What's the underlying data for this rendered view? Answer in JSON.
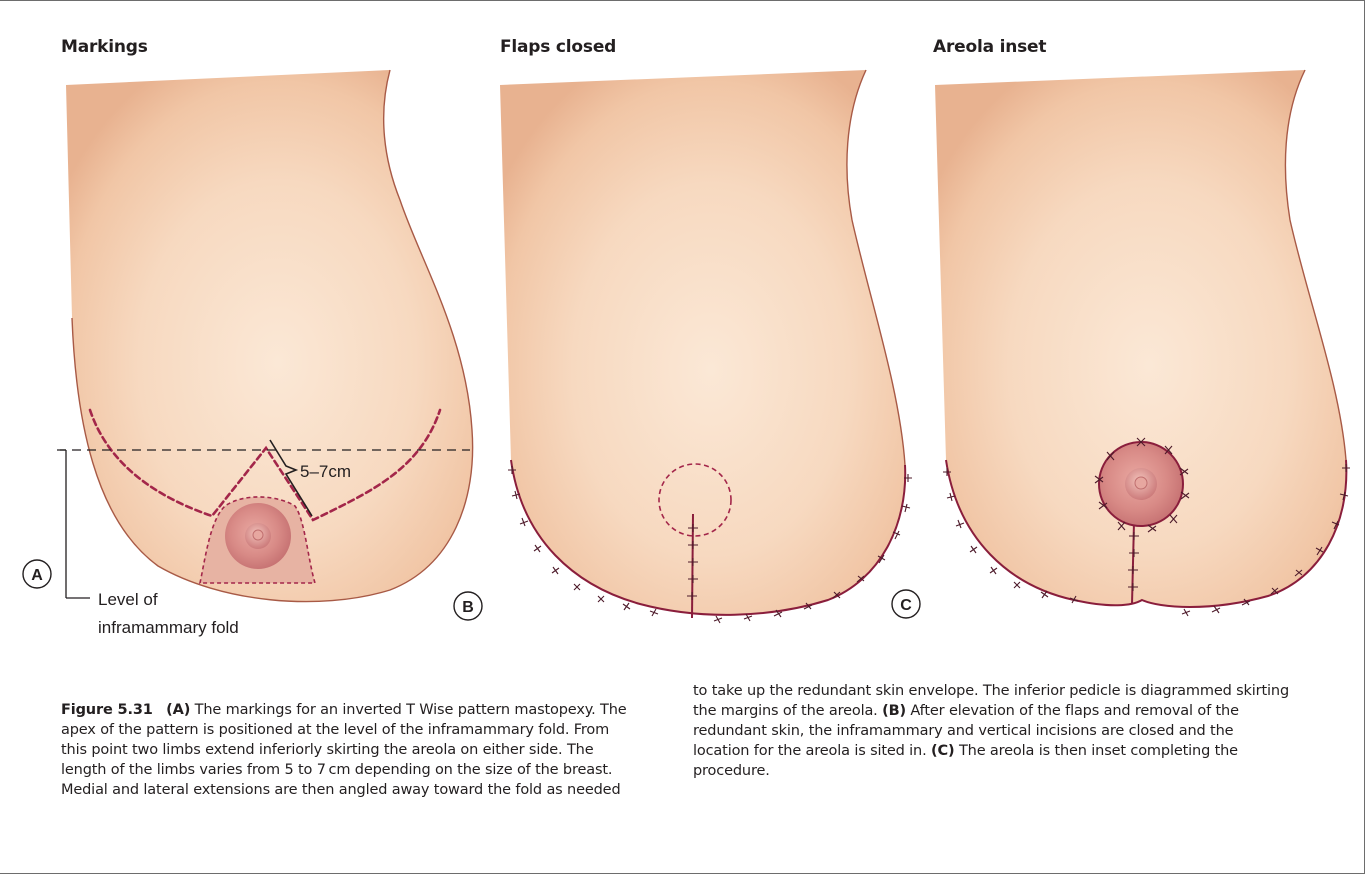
{
  "panels": [
    {
      "title": "Markings",
      "badge": "A"
    },
    {
      "title": "Flaps closed",
      "badge": "B"
    },
    {
      "title": "Areola inset",
      "badge": "C"
    }
  ],
  "annotations": {
    "limb_length": "5–7cm",
    "fold_label_line1": "Level of",
    "fold_label_line2": "inframammary fold"
  },
  "caption": {
    "figure_label": "Figure 5.31",
    "col1": [
      {
        "b": "(A)"
      },
      {
        "t": " The markings for an inverted T Wise pattern mastopexy. The apex of the pattern is positioned at the level of the inframammary fold. From this point two limbs extend inferiorly skirting the areola on either side. The length of the limbs varies from 5 to 7 cm depending on the size of the breast. Medial and lateral extensions are then angled away toward the fold as needed"
      }
    ],
    "col2": [
      {
        "t": "to take up the redundant skin envelope. The inferior pedicle is diagrammed skirting the margins of the areola. "
      },
      {
        "b": "(B)"
      },
      {
        "t": " After elevation of the flaps and removal of the redundant skin, the inframammary and vertical incisions are closed and the location for the areola is sited in. "
      },
      {
        "b": "(C)"
      },
      {
        "t": " The areola is then inset completing the procedure."
      }
    ]
  },
  "colors": {
    "skin_light": "#f9e3d0",
    "skin_mid": "#f1c7a8",
    "skin_edge": "#e2a98a",
    "outline": "#9b4a3a",
    "marking": "#a3264a",
    "areola": "#d88a86",
    "pedicle": "#e6b2a2",
    "suture": "#8a1e3c"
  }
}
